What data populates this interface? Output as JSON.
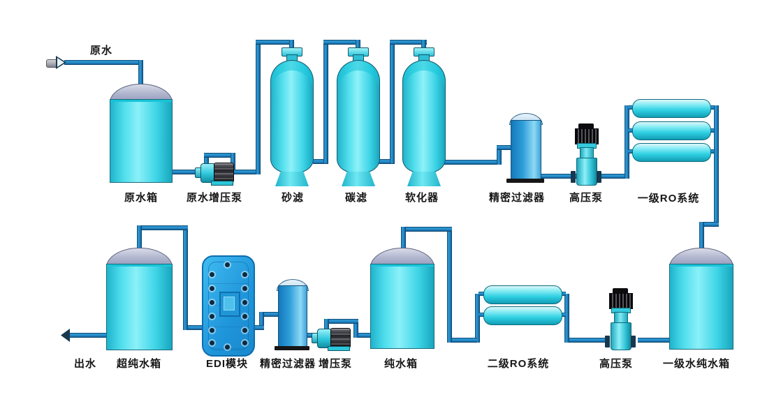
{
  "diagram_type": "water-treatment-process-flow",
  "colors": {
    "pipe_blue": "#1f86c6",
    "equipment_cyan": "#35d3e5",
    "device_blue": "#2aa3e0",
    "dome_gray": "#a7adc8",
    "pump_dark": "#2b2b30",
    "background": "#ffffff"
  },
  "nodes": {
    "raw_water_in": {
      "label": "原水"
    },
    "raw_tank": {
      "label": "原水箱"
    },
    "raw_booster_pump": {
      "label": "原水增压泵"
    },
    "sand_filter": {
      "label": "砂滤"
    },
    "carbon_filter": {
      "label": "碳滤"
    },
    "softener": {
      "label": "软化器"
    },
    "precision_filter_1": {
      "label": "精密过滤器"
    },
    "hp_pump_1": {
      "label": "高压泵"
    },
    "ro_stage_1": {
      "label": "一级RO系统"
    },
    "stage1_pure_tank": {
      "label": "一级水纯水箱"
    },
    "hp_pump_2": {
      "label": "高压泵"
    },
    "ro_stage_2": {
      "label": "二级RO系统"
    },
    "pure_tank": {
      "label": "纯水箱"
    },
    "booster_pump_2": {
      "label": "增压泵"
    },
    "precision_filter_2": {
      "label": "精密过滤器"
    },
    "edi_module": {
      "label": "EDI模块"
    },
    "ultrapure_tank": {
      "label": "超纯水箱"
    },
    "water_out": {
      "label": "出水"
    }
  }
}
